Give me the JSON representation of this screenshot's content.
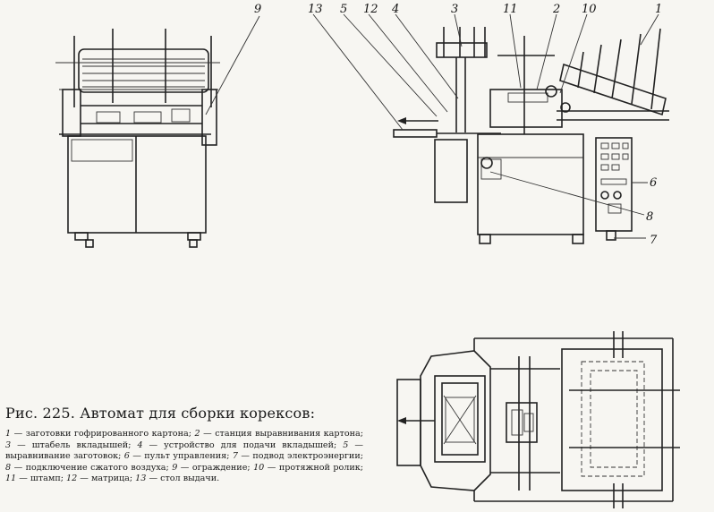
{
  "figure": {
    "title": "Рис. 225. Автомат для сборки корексов:",
    "legend": [
      {
        "num": "1",
        "text": "заготовки гофрированного картона"
      },
      {
        "num": "2",
        "text": "станция выравнивания картона"
      },
      {
        "num": "3",
        "text": "штабель вкладышей"
      },
      {
        "num": "4",
        "text": "устройство для подачи вкладышей"
      },
      {
        "num": "5",
        "text": "выравнивание заготовок"
      },
      {
        "num": "6",
        "text": "пульт управления"
      },
      {
        "num": "7",
        "text": "подвод электроэнергии"
      },
      {
        "num": "8",
        "text": "подключение сжатого воздуха"
      },
      {
        "num": "9",
        "text": "ограждение"
      },
      {
        "num": "10",
        "text": "протяжной ролик"
      },
      {
        "num": "11",
        "text": "штамп"
      },
      {
        "num": "12",
        "text": "матрица"
      },
      {
        "num": "13",
        "text": "стол выдачи"
      }
    ]
  },
  "callouts": {
    "c1": "1",
    "c2": "2",
    "c3": "3",
    "c4": "4",
    "c5": "5",
    "c6": "6",
    "c7": "7",
    "c8": "8",
    "c9": "9",
    "c10": "10",
    "c11": "11",
    "c12": "12",
    "c13": "13"
  }
}
